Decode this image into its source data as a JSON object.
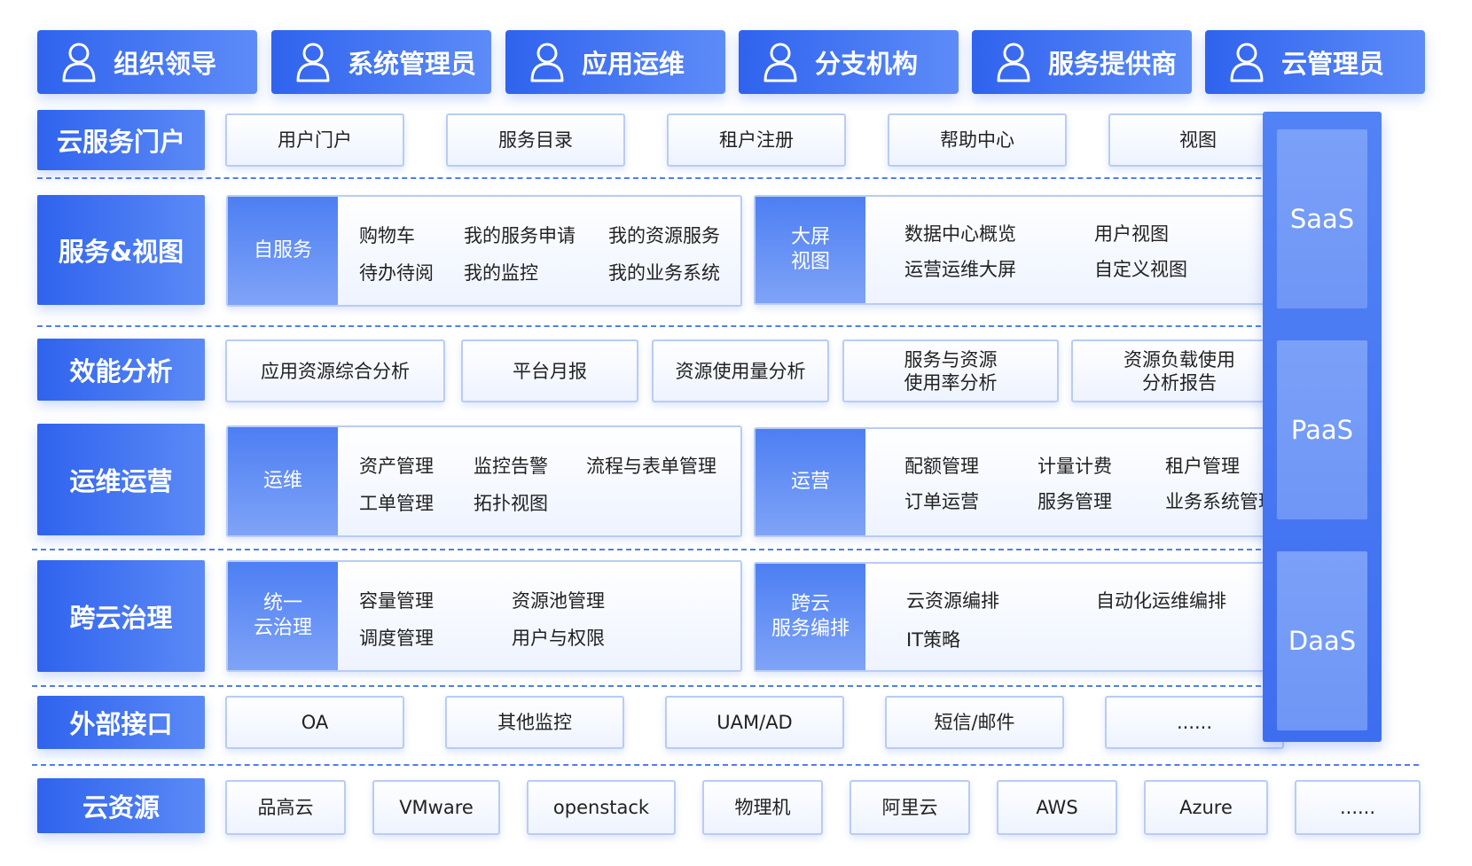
{
  "roles": [
    "组织领导",
    "系统管理员",
    "应用运维",
    "分支机构",
    "服务提供商",
    "云管理员"
  ],
  "layers": {
    "portal": "云服务门户",
    "service_view": "服务&视图",
    "efficiency": "效能分析",
    "ops": "运维运营",
    "governance": "跨云治理",
    "external": "外部接口",
    "resources": "云资源"
  },
  "portal_items": [
    "用户门户",
    "服务目录",
    "租户注册",
    "帮助中心",
    "视图"
  ],
  "self_service": {
    "head": "自服务",
    "items": [
      "购物车",
      "我的服务申请",
      "我的资源服务",
      "待办待阅",
      "我的监控",
      "我的业务系统"
    ]
  },
  "big_screen": {
    "head": "大屏\n视图",
    "items": [
      "数据中心概览",
      "用户视图",
      "运营运维大屏",
      "自定义视图"
    ]
  },
  "efficiency_items": [
    "应用资源综合分析",
    "平台月报",
    "资源使用量分析",
    "服务与资源\n使用率分析",
    "资源负载使用\n分析报告"
  ],
  "maintenance": {
    "head": "运维",
    "items": [
      "资产管理",
      "监控告警",
      "流程与表单管理",
      "工单管理",
      "拓扑视图"
    ]
  },
  "operation": {
    "head": "运营",
    "items": [
      "配额管理",
      "计量计费",
      "租户管理",
      "订单运营",
      "服务管理",
      "业务系统管理"
    ]
  },
  "unified_gov": {
    "head": "统一\n云治理",
    "items": [
      "容量管理",
      "资源池管理",
      "调度管理",
      "用户与权限"
    ]
  },
  "cross_cloud": {
    "head": "跨云\n服务编排",
    "items": [
      "云资源编排",
      "自动化运维编排",
      "IT策略"
    ]
  },
  "external_items": [
    "OA",
    "其他监控",
    "UAM/AD",
    "短信/邮件",
    "......"
  ],
  "resource_items": [
    "品高云",
    "VMware",
    "openstack",
    "物理机",
    "阿里云",
    "AWS",
    "Azure",
    "......"
  ],
  "tiers": [
    "SaaS",
    "PaaS",
    "DaaS"
  ],
  "colors": {
    "primary": "#2f63ee",
    "border": "#b8ccf5",
    "dash": "#4f7df0"
  }
}
